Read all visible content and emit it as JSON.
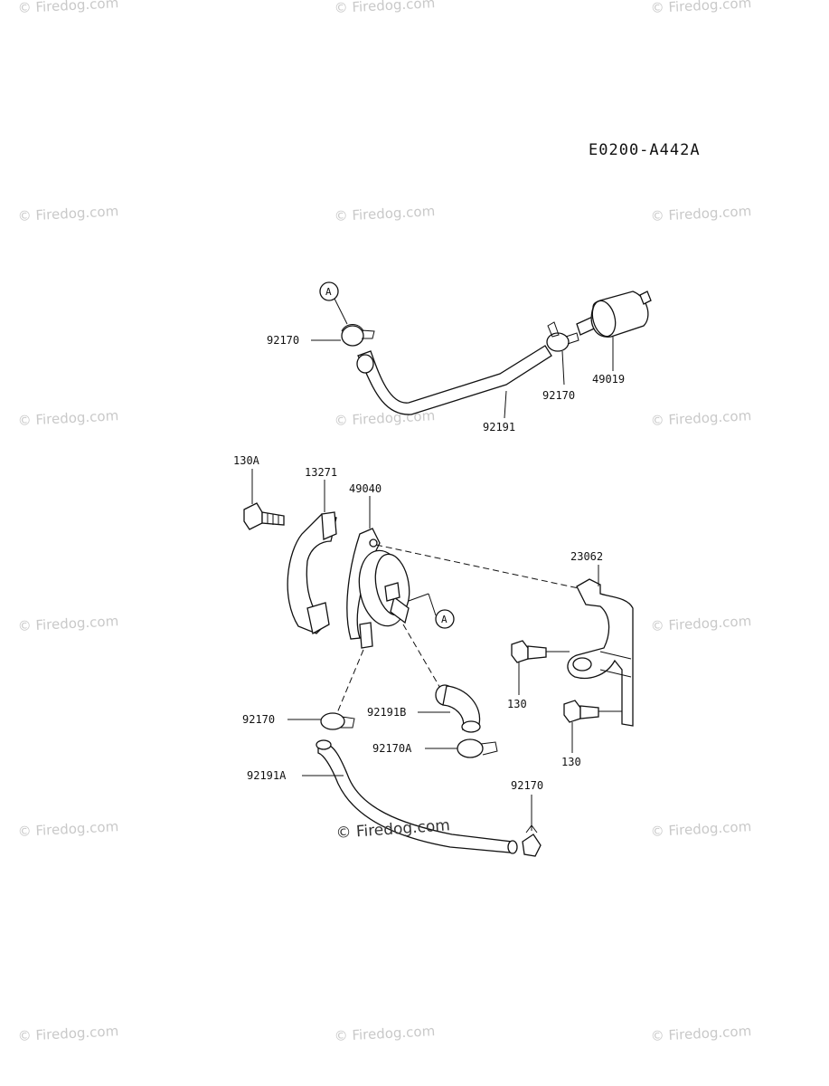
{
  "diagram_code": "E0200-A442A",
  "watermark": "© Firedog.com",
  "callout": "A",
  "labels": {
    "p92170_top_left": "92170",
    "p92170_top_right": "92170",
    "p49019": "49019",
    "p92191": "92191",
    "p130A": "130A",
    "p13271": "13271",
    "p49040": "49040",
    "p23062": "23062",
    "p130_upper": "130",
    "p130_lower": "130",
    "p92170_mid": "92170",
    "p92191B": "92191B",
    "p92170A": "92170A",
    "p92191A": "92191A",
    "p92170_bottom": "92170"
  }
}
